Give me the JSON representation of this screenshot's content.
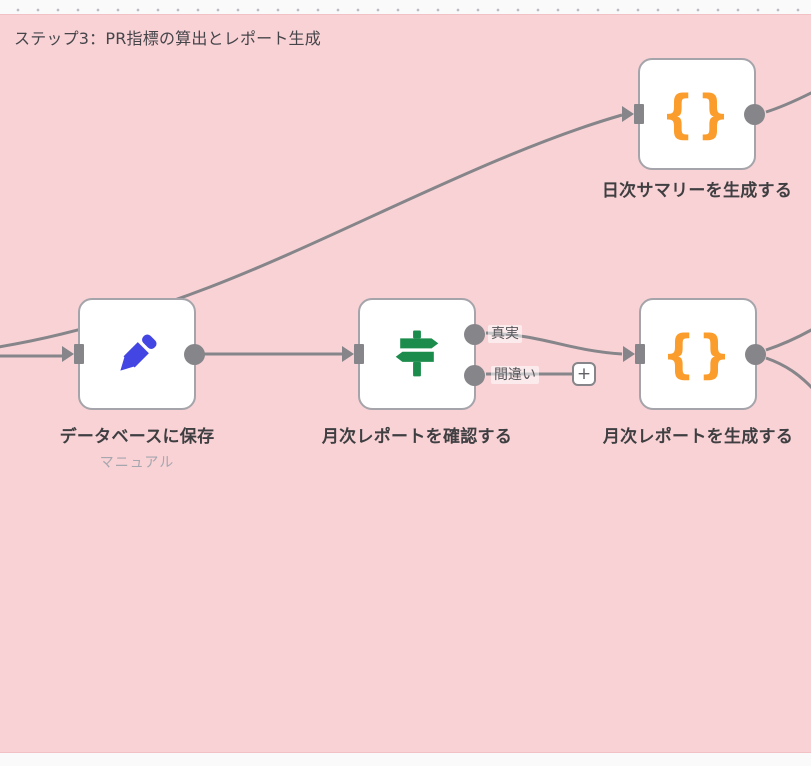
{
  "canvas": {
    "group_label": "ステップ3：PR指標の算出とレポート生成",
    "colors": {
      "sticky_bg": "#f8d2d5",
      "sticky_border": "#f1c1c6",
      "edge_gray": "#85858a",
      "node_border": "#a4a4aa",
      "pencil_blue": "#4346e2",
      "signpost_green": "#1b8c4b",
      "braces_orange": "#fb9d2c",
      "canvas_bg": "#fafafb"
    }
  },
  "nodes": [
    {
      "id": "generate-daily-summary",
      "label": "日次サマリーを生成する",
      "icon": "curly-braces-icon",
      "icon_glyph": "{}"
    },
    {
      "id": "save-to-database",
      "label": "データベースに保存",
      "sublabel": "マニュアル",
      "icon": "pencil-icon"
    },
    {
      "id": "check-monthly-report",
      "label": "月次レポートを確認する",
      "icon": "signpost-icon",
      "outputs": [
        "真実",
        "間違い"
      ]
    },
    {
      "id": "generate-monthly-report",
      "label": "月次レポートを生成する",
      "icon": "curly-braces-icon",
      "icon_glyph": "{}"
    }
  ],
  "edge_labels": {
    "true_branch": "真実",
    "false_branch": "間違い"
  },
  "add_node_button": "+"
}
